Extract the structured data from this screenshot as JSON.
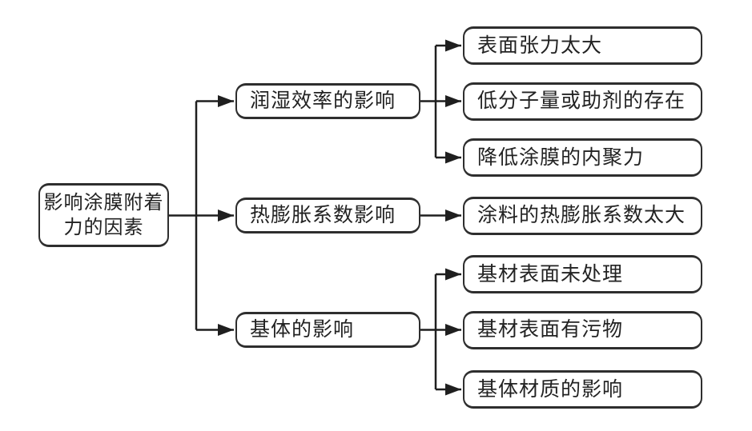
{
  "diagram": {
    "root": {
      "label": "影响涂膜附着力的因素"
    },
    "branches": [
      {
        "label": "润湿效率的影响",
        "children": [
          "表面张力太大",
          "低分子量或助剂的存在",
          "降低涂膜的内聚力"
        ]
      },
      {
        "label": "热膨胀系数影响",
        "children": [
          "涂料的热膨胀系数太大"
        ]
      },
      {
        "label": "基体的影响",
        "children": [
          "基材表面未处理",
          "基材表面有污物",
          "基体材质的影响"
        ]
      }
    ],
    "colors": {
      "line": "#1f1f1f",
      "box_border": "#2e2e2e",
      "text": "#222222",
      "background": "#ffffff"
    }
  }
}
